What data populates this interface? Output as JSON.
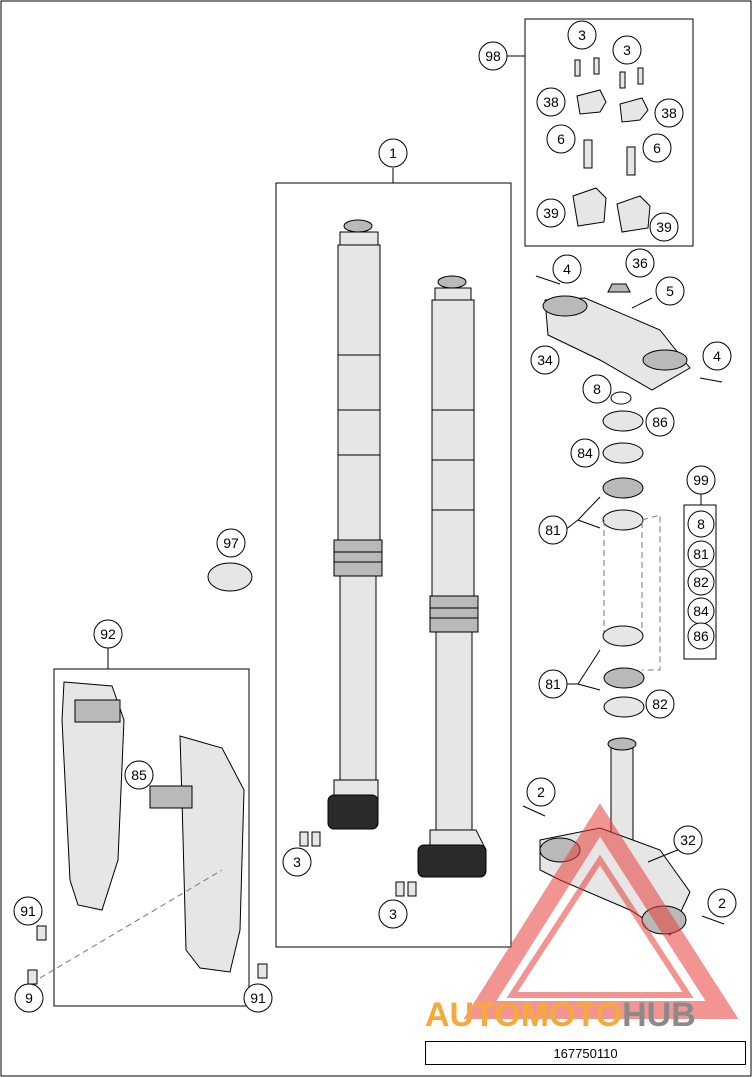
{
  "diagram": {
    "document_number": "167750110",
    "watermark": {
      "text_part_1": "AUTOMOTO",
      "text_part_2": "HUB",
      "color_part_1": "#f5a93a",
      "color_part_2": "#8a8a8a",
      "triangle_color": "#e8403a"
    }
  },
  "callouts": [
    {
      "id": "c1",
      "label": "1"
    },
    {
      "id": "c98",
      "label": "98"
    },
    {
      "id": "c3a",
      "label": "3"
    },
    {
      "id": "c3b",
      "label": "3"
    },
    {
      "id": "c38a",
      "label": "38"
    },
    {
      "id": "c38b",
      "label": "38"
    },
    {
      "id": "c6a",
      "label": "6"
    },
    {
      "id": "c6b",
      "label": "6"
    },
    {
      "id": "c39a",
      "label": "39"
    },
    {
      "id": "c39b",
      "label": "39"
    },
    {
      "id": "c4a",
      "label": "4"
    },
    {
      "id": "c36",
      "label": "36"
    },
    {
      "id": "c5",
      "label": "5"
    },
    {
      "id": "c34",
      "label": "34"
    },
    {
      "id": "c4b",
      "label": "4"
    },
    {
      "id": "c8",
      "label": "8"
    },
    {
      "id": "c86",
      "label": "86"
    },
    {
      "id": "c84",
      "label": "84"
    },
    {
      "id": "c99",
      "label": "99"
    },
    {
      "id": "c81a",
      "label": "81"
    },
    {
      "id": "c97",
      "label": "97"
    },
    {
      "id": "c81b",
      "label": "81"
    },
    {
      "id": "c82",
      "label": "82"
    },
    {
      "id": "c92",
      "label": "92"
    },
    {
      "id": "c85",
      "label": "85"
    },
    {
      "id": "c2a",
      "label": "2"
    },
    {
      "id": "c32",
      "label": "32"
    },
    {
      "id": "c3c",
      "label": "3"
    },
    {
      "id": "c3d",
      "label": "3"
    },
    {
      "id": "c91a",
      "label": "91"
    },
    {
      "id": "c2b",
      "label": "2"
    },
    {
      "id": "c9",
      "label": "9"
    },
    {
      "id": "c91b",
      "label": "91"
    }
  ],
  "kit_99_items": [
    "8",
    "81",
    "82",
    "84",
    "86"
  ]
}
